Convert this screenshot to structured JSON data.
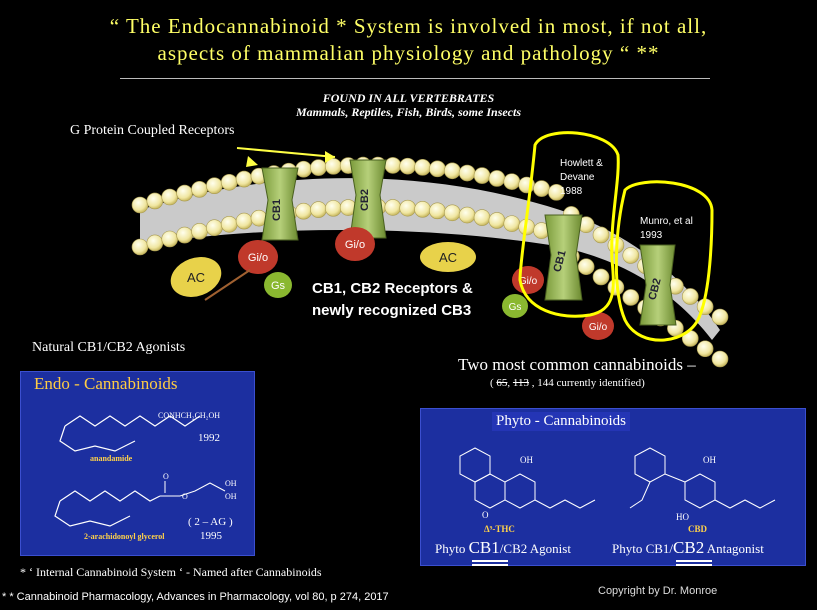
{
  "title": {
    "line1": "“ The Endocannabinoid * System is involved in most, if not all,",
    "line2": "aspects of mammalian physiology and pathology “ **"
  },
  "found": {
    "heading": "FOUND IN ALL VERTEBRATES",
    "subheading": "Mammals, Reptiles, Fish, Birds, some Insects"
  },
  "diagram": {
    "gpcr_label": "G Protein Coupled Receptors",
    "receptor_labels": [
      "CB1",
      "CB2",
      "CB1",
      "CB2"
    ],
    "ac_labels": [
      "AC",
      "AC"
    ],
    "gio_label": "Gi/o",
    "gs_label": "Gs",
    "howlett_lines": [
      "Howlett &",
      "Devane",
      "1988"
    ],
    "munro_lines": [
      "Munro, et al",
      "1993"
    ],
    "receptors_text_line1": "CB1, CB2 Receptors &",
    "receptors_text_line2": "newly recognized CB3",
    "highlight_color": "#ffff00"
  },
  "natural_agonists": "Natural CB1/CB2 Agonists",
  "endo": {
    "title": "Endo - Cannabinoids",
    "anandamide_group": "CONHCH₂CH₂OH",
    "anandamide_year": "1992",
    "anandamide_name": "anandamide",
    "ag_abbrev": "( 2 – AG )",
    "ag_year": "1995",
    "ag_name": "2-arachidonoyl glycerol",
    "oh1": "OH",
    "oh2": "OH",
    "o1": "O",
    "o2": "O"
  },
  "two_most": {
    "line": "Two most common cannabinoids –",
    "open": "( ",
    "struck1": "65",
    "sep": ", ",
    "struck2": "113",
    "rest": " , 144 currently identified)"
  },
  "phyto": {
    "title": "Phyto - Cannabinoids",
    "thc_name": "Δ⁹-THC",
    "cbd_name": "CBD",
    "thc_caption_pre": "Phyto ",
    "thc_caption_big": "CB1",
    "thc_caption_post": "/CB2 Agonist",
    "cbd_caption_pre": "Phyto CB1/",
    "cbd_caption_big": "CB2",
    "cbd_caption_post": " Antagonist",
    "oh": "OH",
    "ho": "HO",
    "o": "O"
  },
  "footnotes": {
    "fn1": "*  ‘ Internal Cannabinoid System ‘ -  Named after Cannabinoids",
    "fn2": "* *  Cannabinoid Pharmacology, Advances in Pharmacology, vol 80,  p 274, 2017"
  },
  "copyright": "Copyright by Dr. Monroe"
}
